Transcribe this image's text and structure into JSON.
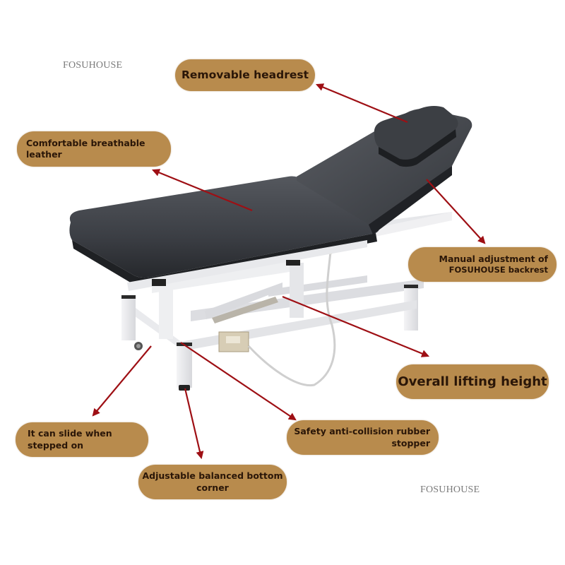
{
  "brand": {
    "watermark_top": "FOSUHOUSE",
    "watermark_bottom": "FOSUHOUSE"
  },
  "colors": {
    "pill_bg": "#b88b4d",
    "pill_text": "#2a1608",
    "arrow": "#9e0f14",
    "upholstery": "#3a3d42",
    "frame": "#ececef"
  },
  "labels": {
    "removable_headrest": "Removable headrest",
    "leather_line1": "Comfortable breathable",
    "leather_line2": "leather",
    "manual_line1": "Manual adjustment of",
    "manual_line2": "FOSUHOUSE  backrest",
    "lifting_height": "Overall lifting height",
    "slide_line1": "It can slide when",
    "slide_line2": "stepped on",
    "corner_line1": "Adjustable balanced bottom",
    "corner_line2": "corner",
    "stopper_line1": "Safety anti-collision rubber",
    "stopper_line2": "stopper"
  }
}
